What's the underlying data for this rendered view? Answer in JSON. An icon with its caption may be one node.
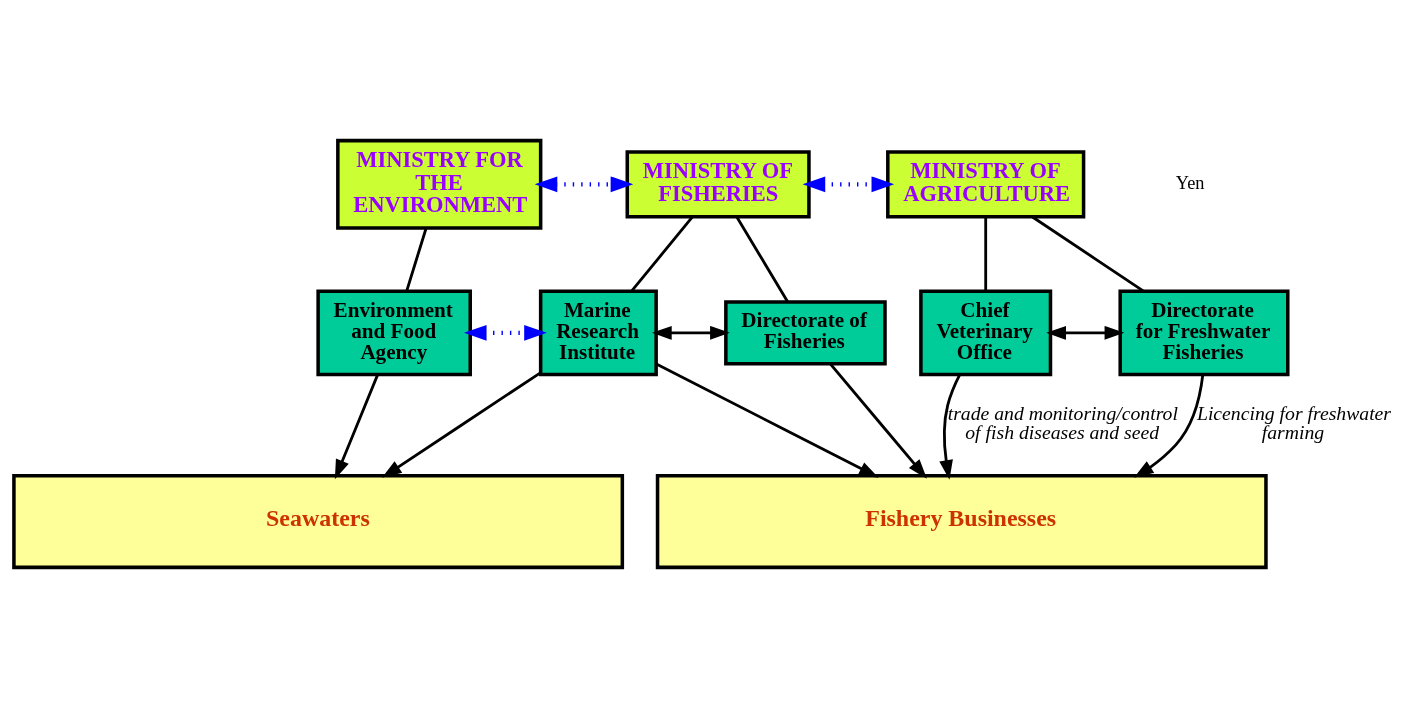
{
  "diagram": {
    "nodes": [
      {
        "text": [
          "MINISTRY FOR THE ENVIRONMENT"
        ]
      },
      {
        "text": [
          "MINISTRY OF FISHERIES"
        ]
      },
      {
        "text": [
          "MINISTRY OF AGRICULTURE"
        ]
      },
      {
        "text": [
          "Environment and Food Agency"
        ]
      },
      {
        "text": [
          "Marine Research Institute"
        ]
      },
      {
        "text": [
          "Directorate of Fisheries"
        ]
      },
      {
        "text": [
          "Chief Veterinary Office"
        ]
      },
      {
        "text": [
          "Directorate for Freshwater Fisheries"
        ]
      },
      {
        "text": [
          "Fishery Businesses"
        ]
      },
      {
        "text": [
          "Seawaters"
        ]
      }
    ],
    "edges": [
      {
        "from": 0,
        "to": 1,
        "arrow": "both",
        "style": "dashed",
        "color": "#0000ff"
      },
      {
        "from": 1,
        "to": 2,
        "arrow": "both",
        "style": "dashed",
        "color": "#0000ff"
      },
      {
        "from": 0,
        "to": 3,
        "arrow": "none"
      },
      {
        "from": 1,
        "to": 4,
        "arrow": "none"
      },
      {
        "from": 1,
        "to": 5,
        "arrow": "none"
      },
      {
        "from": 2,
        "to": 6,
        "arrow": "none"
      },
      {
        "from": 2,
        "to": 7,
        "arrow": "none"
      },
      {
        "from": 3,
        "to": 4,
        "arrow": "both",
        "style": "dashed",
        "color": "#0000ff"
      },
      {
        "from": 4,
        "to": 5,
        "arrow": "both"
      },
      {
        "from": 6,
        "to": 7,
        "arrow": "both"
      },
      {
        "from": 3,
        "to": 9,
        "arrow": "to"
      },
      {
        "from": 4,
        "to": 9,
        "arrow": "to"
      },
      {
        "from": 4,
        "to": 8,
        "arrow": "to"
      },
      {
        "from": 5,
        "to": 8,
        "arrow": "to"
      },
      {
        "from": 6,
        "to": 8,
        "arrow": "to",
        "label": "trade and monitoring/control of fish diseases and seed"
      },
      {
        "from": 7,
        "to": 8,
        "arrow": "to",
        "label": "Licencing for freshwater farming"
      }
    ],
    "labels": [
      "Yen"
    ]
  }
}
